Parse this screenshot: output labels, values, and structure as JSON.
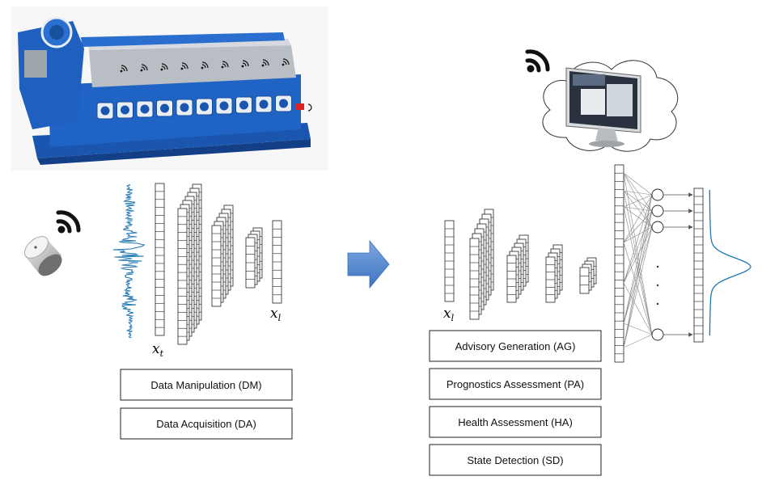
{
  "labels": {
    "x_t": "x",
    "x_t_sub": "t",
    "x_l_left": "x",
    "x_l_left_sub": "l",
    "x_l_right": "x",
    "x_l_right_sub": "l"
  },
  "left_stack": [
    {
      "key": "dm",
      "text": "Data Manipulation (DM)"
    },
    {
      "key": "da",
      "text": "Data Acquisition (DA)"
    }
  ],
  "right_stack": [
    {
      "key": "ag",
      "text": "Advisory Generation (AG)"
    },
    {
      "key": "pa",
      "text": "Prognostics Assessment (PA)"
    },
    {
      "key": "ha",
      "text": "Health Assessment (HA)"
    },
    {
      "key": "sd",
      "text": "State Detection (SD)"
    }
  ],
  "colors": {
    "engine_blue": "#1f63c4",
    "engine_silver": "#b9bec4",
    "signal_blue": "#1f77b4",
    "arrow_blue": "#5b8fd4",
    "stroke": "#222222"
  },
  "icons": [
    "engine-image",
    "sensor-icon",
    "wifi-icon",
    "cloud-icon",
    "monitor-icon"
  ]
}
